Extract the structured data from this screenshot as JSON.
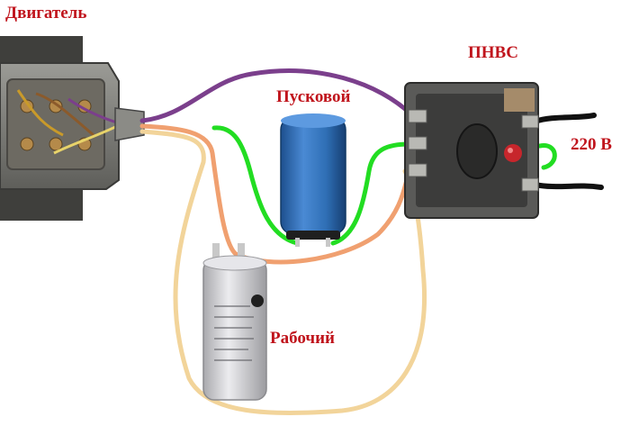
{
  "labels": {
    "motor": "Двигатель",
    "start_capacitor": "Пусковой",
    "switch": "ПНВС",
    "voltage": "220 В",
    "run_capacitor": "Рабочий"
  },
  "colors": {
    "label": "#c0141c",
    "wire_purple": "#7b3f8c",
    "wire_green": "#22dd22",
    "wire_orange": "#f0a070",
    "wire_beige": "#f2d49a",
    "wire_mains": "#111111",
    "start_cap_body": "#2f6fb5",
    "run_cap_body": "#d9d9dc",
    "motor_body": "#8a8a85",
    "switch_body": "#4a4a4a"
  },
  "icons": {
    "motor": "motor-terminal-box-icon",
    "start_capacitor": "electrolytic-capacitor-icon",
    "run_capacitor": "film-capacitor-icon",
    "switch": "push-button-switch-icon",
    "mains": "power-cord-icon"
  }
}
